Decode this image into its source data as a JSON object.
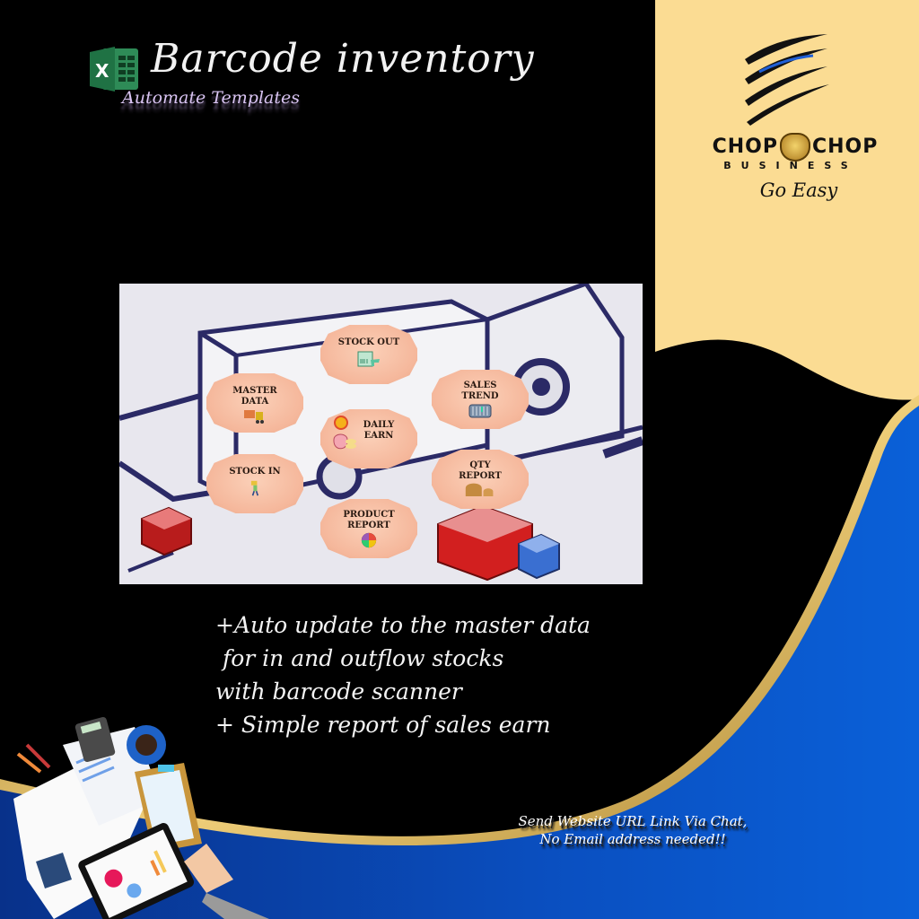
{
  "header": {
    "app_icon": "excel-icon",
    "title": "Barcode inventory",
    "subtitle": "Automate Templates"
  },
  "brand": {
    "logo_icon": "claw-marks-icon",
    "name_left": "CHOP",
    "name_right": "CHOP",
    "mascot_icon": "bear-head-icon",
    "subname": "BUSINESS",
    "tagline": "Go Easy"
  },
  "menu_screenshot": {
    "buttons": [
      {
        "label_1": "STOCK OUT",
        "label_2": "",
        "icon": "barcode-scanner-icon"
      },
      {
        "label_1": "MASTER",
        "label_2": "DATA",
        "icon": "forklift-icon"
      },
      {
        "label_1": "SALES",
        "label_2": "TREND",
        "icon": "chart-icon"
      },
      {
        "label_1": "DAILY",
        "label_2": "EARN",
        "icon": "money-bag-icon"
      },
      {
        "label_1": "STOCK IN",
        "label_2": "",
        "icon": "worker-carrying-box-icon"
      },
      {
        "label_1": "QTY",
        "label_2": "REPORT",
        "icon": "boxes-icon"
      },
      {
        "label_1": "PRODUCT",
        "label_2": "REPORT",
        "icon": "pie-chart-icon"
      }
    ]
  },
  "features": {
    "lines": [
      "+Auto update to the master data",
      " for in and outflow stocks",
      "with barcode scanner",
      "+ Simple report of sales earn"
    ]
  },
  "cta": {
    "line_1": "Send Website URL Link Via Chat,",
    "line_2": "No Email address needed!!"
  },
  "colors": {
    "background": "#000000",
    "brand_panel": "#fbdc93",
    "blue_swoosh": "#0a55c8",
    "gold_trim": "#c9a04a",
    "button_fill": "#f5b79b",
    "excel_green": "#1f7244"
  }
}
